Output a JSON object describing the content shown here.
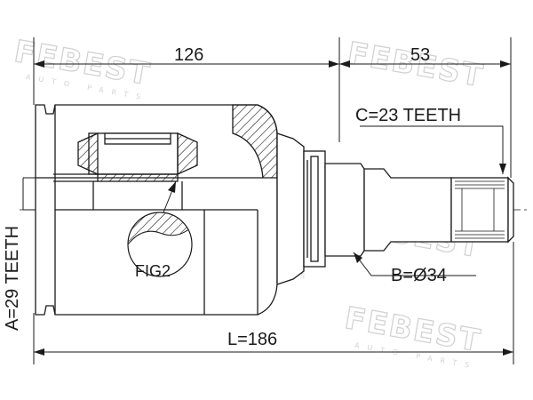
{
  "watermark": {
    "brand": "FEBEST",
    "sub": "AUTO PARTS"
  },
  "dimensions": {
    "body_length": "126",
    "stub_length": "53",
    "total_length": "L=186"
  },
  "labels": {
    "outer_teeth": "A=29 TEETH",
    "shaft_teeth": "C=23 TEETH",
    "diameter": "B=Ø34",
    "fig": "FIG2"
  },
  "colors": {
    "line": "#1a1a1a",
    "hatch": "#1a1a1a",
    "watermark": "#d0d0d0"
  }
}
